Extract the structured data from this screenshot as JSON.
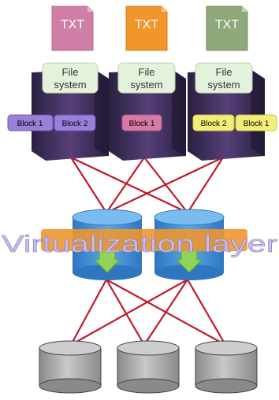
{
  "documents": [
    {
      "label": "TXT",
      "color": "#cf7fa6"
    },
    {
      "label": "TXT",
      "color": "#f0962a"
    },
    {
      "label": "TXT",
      "color": "#8fa87a"
    }
  ],
  "servers": [
    {
      "fs_line1": "File",
      "fs_line2": "system",
      "blocks": [
        {
          "label": "Block 1",
          "color": "#9a80d8"
        },
        {
          "label": "Block 2",
          "color": "#9a80d8"
        }
      ]
    },
    {
      "fs_line1": "File",
      "fs_line2": "system",
      "blocks": [
        {
          "label": "Block 1",
          "color": "#d77aa6"
        }
      ]
    },
    {
      "fs_line1": "File",
      "fs_line2": "system",
      "blocks": [
        {
          "label": "Block 2",
          "color": "#f2ee78"
        },
        {
          "label": "Block 1",
          "color": "#f2ee78"
        }
      ]
    }
  ],
  "virtualization_label": "Virtualization layer",
  "colors": {
    "link": "#c0192a",
    "server": "#3a2c52",
    "fs_box": "#e4f2dc",
    "vol_blue": "#3d8fd4",
    "vol_arrow": "#8fd35a",
    "banner": "#f09630",
    "banner_text": "#c8c0ea",
    "disk": "#a8a8a8"
  }
}
